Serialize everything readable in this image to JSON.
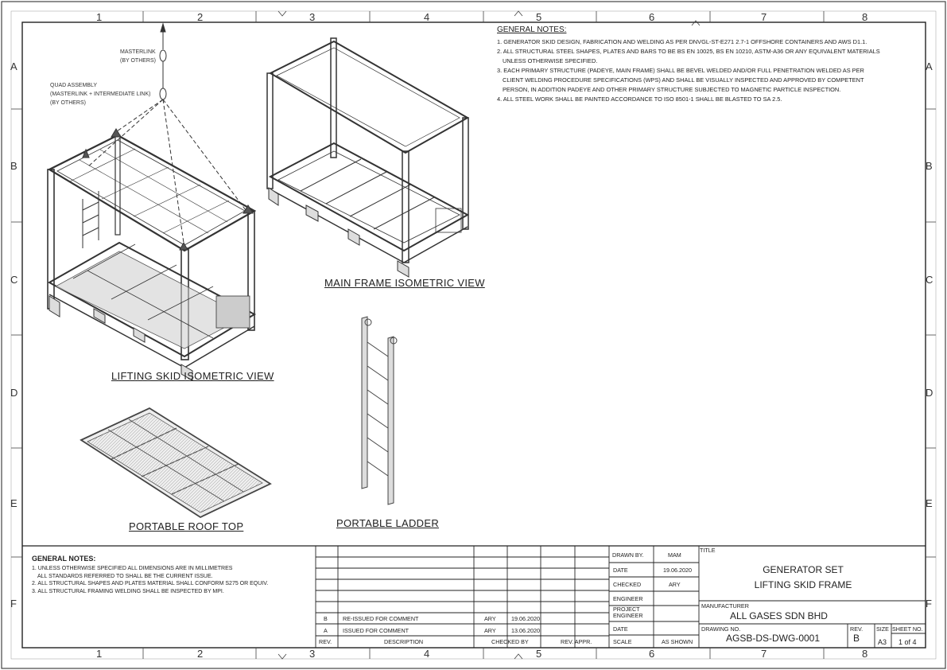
{
  "zones": {
    "columns": [
      "1",
      "2",
      "3",
      "4",
      "5",
      "6",
      "7",
      "8"
    ],
    "rows": [
      "A",
      "B",
      "C",
      "D",
      "E",
      "F"
    ]
  },
  "callouts": {
    "masterlink": [
      "MASTERLINK",
      "(BY OTHERS)"
    ],
    "quad": [
      "QUAD ASSEMBLY",
      "(MASTERLINK + INTERMEDIATE LINK)",
      "(BY OTHERS)"
    ]
  },
  "views": {
    "lifting_skid": "LIFTING SKID ISOMETRIC VIEW",
    "main_frame": "MAIN FRAME ISOMETRIC VIEW",
    "roof_top": "PORTABLE ROOF TOP",
    "ladder": "PORTABLE LADDER"
  },
  "general_notes_top": {
    "title": "GENERAL NOTES:",
    "lines": [
      "1. GENERATOR SKID DESIGN, FABRICATION AND WELDING AS PER DNVGL-ST-E271 2.7-1 OFFSHORE CONTAINERS AND AWS D1.1.",
      "2. ALL STRUCTURAL STEEL SHAPES, PLATES AND BARS TO BE BS EN 10025, BS EN 10210, ASTM-A36 OR ANY EQUIVALENT MATERIALS",
      "    UNLESS OTHERWISE SPECIFIED.",
      "3. EACH PRIMARY STRUCTURE (PADEYE, MAIN FRAME) SHALL BE BEVEL WELDED AND/OR FULL PENETRATION WELDED AS PER",
      "    CLIENT WELDING PROCEDURE SPECIFICATIONS (WPS) AND SHALL BE VISUALLY INSPECTED AND APPROVED BY COMPETENT",
      "    PERSON, IN ADDITION PADEYE AND OTHER PRIMARY STRUCTURE SUBJECTED TO MAGNETIC PARTICLE INSPECTION.",
      "4. ALL STEEL WORK SHALL BE PAINTED ACCORDANCE TO ISO 8501-1 SHALL BE BLASTED TO SA 2.5."
    ]
  },
  "general_notes_bottom": {
    "title": "GENERAL NOTES:",
    "lines": [
      "1. UNLESS OTHERWISE SPECIFIED ALL DIMENSIONS ARE IN MILLIMETRES",
      "    ALL STANDARDS REFERRED TO SHALL BE THE CURRENT ISSUE.",
      "2. ALL STRUCTURAL SHAPES AND PLATES MATERIAL SHALL CONFORM S275 OR EQUIV.",
      "3. ALL STRUCTURAL FRAMING WELDING SHALL BE INSPECTED BY MPI."
    ]
  },
  "revisions": {
    "headers": {
      "rev": "REV.",
      "description": "DESCRIPTION",
      "checked_by": "CHECKED BY",
      "rev_appr": "REV. APPR."
    },
    "rows": [
      {
        "rev": "B",
        "description": "RE-ISSUED FOR COMMENT",
        "by": "ARY",
        "date": "19.06.2020"
      },
      {
        "rev": "A",
        "description": "ISSUED FOR COMMENT",
        "by": "ARY",
        "date": "13.06.2020"
      }
    ]
  },
  "approvals": {
    "drawn_by_label": "DRAWN BY.",
    "drawn_by": "MAM",
    "date_label": "DATE",
    "date": "19.06.2020",
    "checked_label": "CHECKED",
    "checked": "ARY",
    "engineer_label": "ENGINEER",
    "project_engineer_label": [
      "PROJECT",
      "ENGINEER"
    ],
    "date2_label": "DATE",
    "scale_label": "SCALE",
    "scale": "AS SHOWN"
  },
  "title_block": {
    "title_label": "TITLE",
    "title_lines": [
      "GENERATOR SET",
      "LIFTING SKID FRAME"
    ],
    "manufacturer_label": "MANUFACTURER",
    "manufacturer": "ALL GASES SDN BHD",
    "drawing_no_label": "DRAWING NO.",
    "drawing_no": "AGSB-DS-DWG-0001",
    "rev_label": "REV.",
    "rev": "B",
    "size_label": "SIZE",
    "size": "A3",
    "sheet_label": "SHEET NO.",
    "sheet": "1 of 4"
  }
}
